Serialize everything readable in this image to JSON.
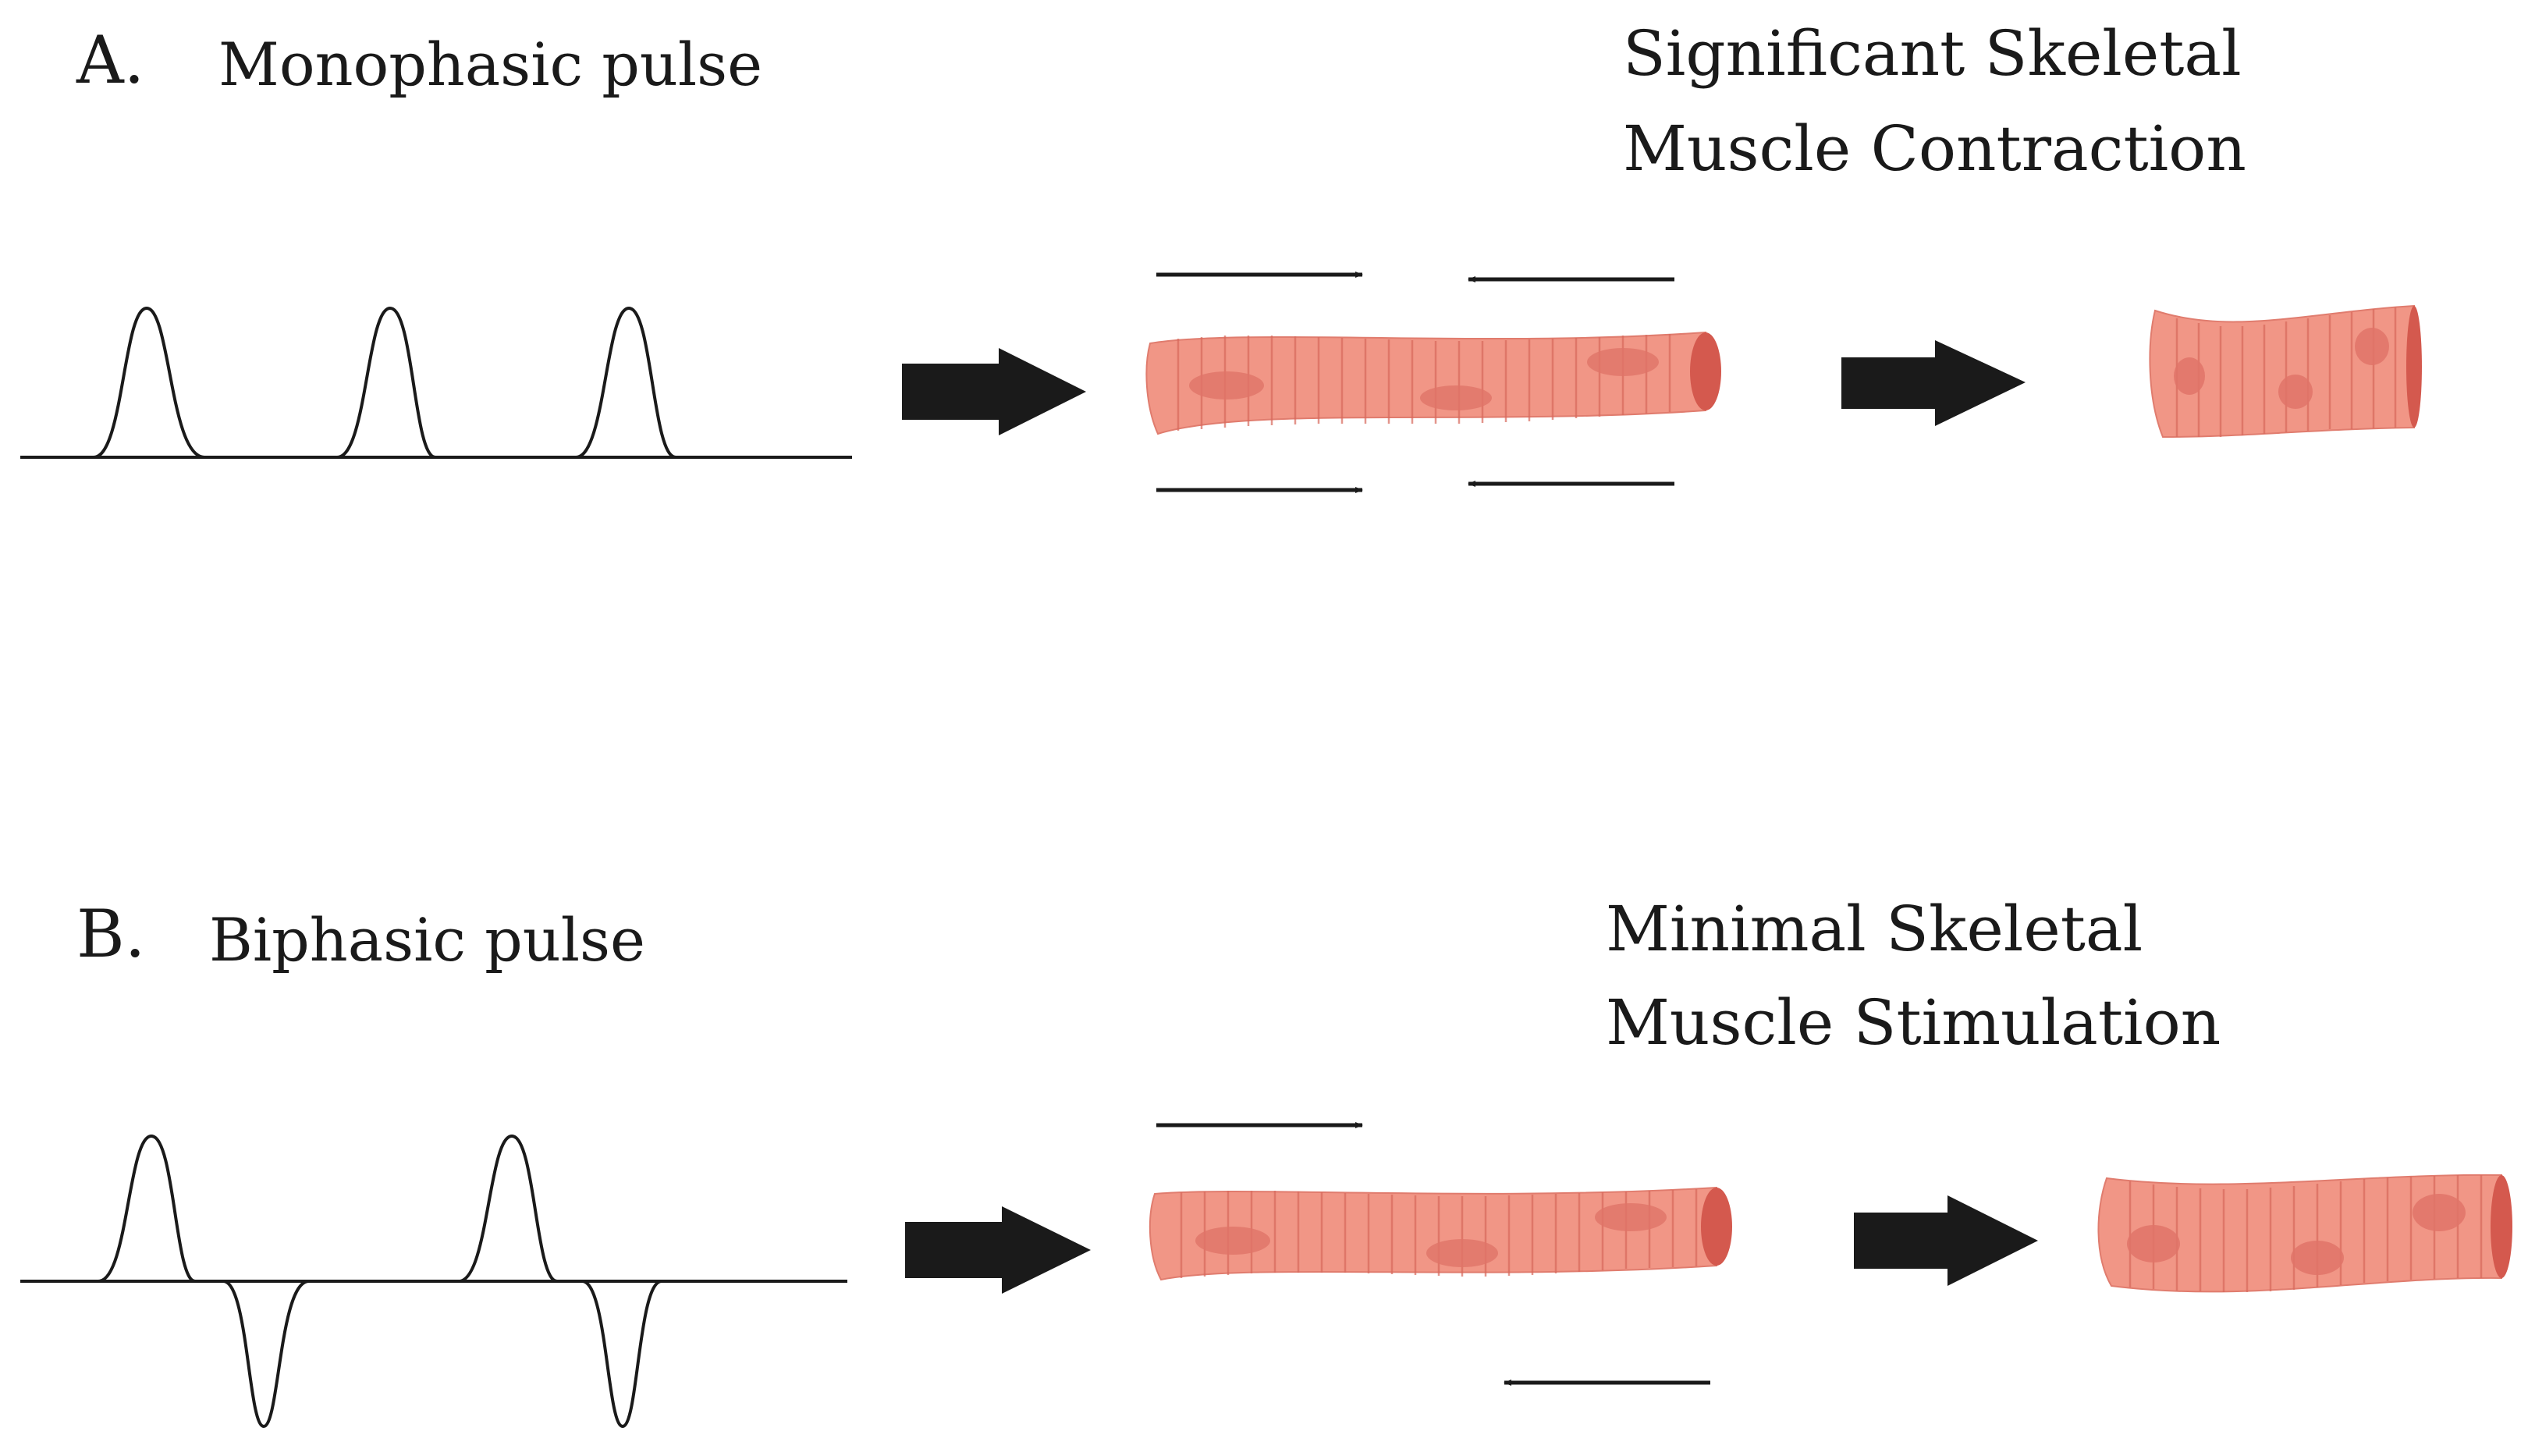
{
  "panel_a": {
    "letter": "A.",
    "title": "Monophasic pulse",
    "result_line1": "Significant Skeletal",
    "result_line2": "Muscle Contraction"
  },
  "panel_b": {
    "letter": "B.",
    "title": "Biphasic pulse",
    "result_line1": "Minimal Skeletal",
    "result_line2": "Muscle Stimulation"
  },
  "colors": {
    "line": "#1a1a1a",
    "muscle_fill": "#f19686",
    "muscle_stripe": "#d8695c",
    "muscle_end": "#d4594e",
    "nucleus": "#e07468",
    "arrow": "#1a1a1a"
  }
}
